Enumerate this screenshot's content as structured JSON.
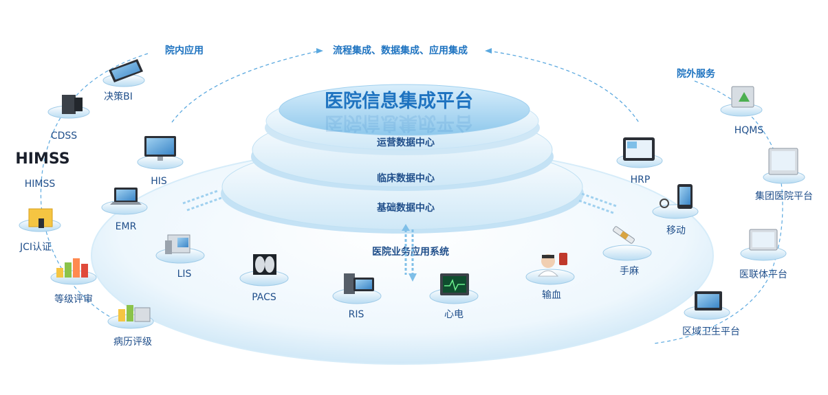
{
  "diagram": {
    "title": "医院信息集成平台",
    "top_banner": "流程集成、数据集成、应用集成",
    "left_group": "院内应用",
    "right_group": "院外服务",
    "layers": {
      "ops": "运营数据中心",
      "clinical": "临床数据中心",
      "base": "基础数据中心",
      "business": "医院业务应用系统"
    },
    "inner_nodes": {
      "his": "HIS",
      "emr": "EMR",
      "lis": "LIS",
      "pacs": "PACS",
      "ris": "RIS",
      "ecg": "心电",
      "transfusion": "输血",
      "anesthesia": "手麻",
      "mobile": "移动",
      "hrp": "HRP"
    },
    "left_nodes": {
      "bi": "决策BI",
      "cdss": "CDSS",
      "himss": "HIMSS",
      "himss_logo": "HIMSS",
      "jci": "JCI认证",
      "grade": "等级评审",
      "record": "病历评级"
    },
    "right_nodes": {
      "hqms": "HQMS",
      "group": "集团医院平台",
      "union": "医联体平台",
      "regional": "区域卫生平台"
    }
  },
  "colors": {
    "primary_text": "#1f4e8a",
    "accent": "#1e73c0",
    "platform_light": "#e6f3fb",
    "platform_mid": "#bfe0f3"
  }
}
